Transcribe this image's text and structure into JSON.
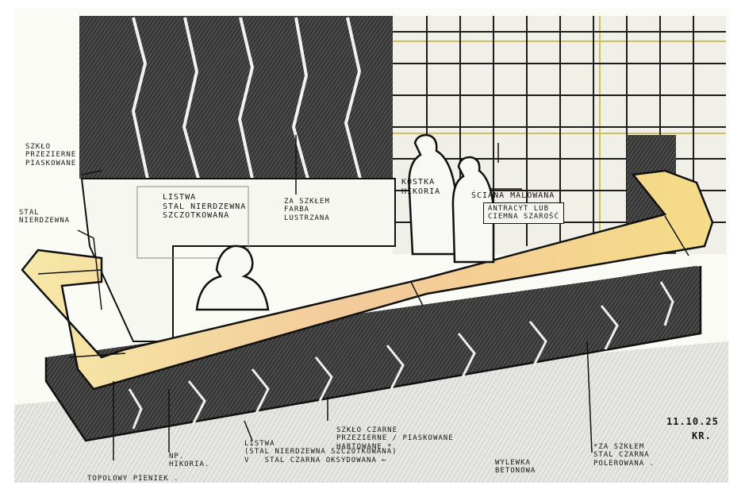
{
  "annotations": {
    "szklo_przezierne": "SZKŁO\nPRZEZIERNE\nPIASKOWANE",
    "stal_nierdzewna": "STAL\nNIERDZEWNA",
    "listwa_top": "LISTWA\nSTAL NIERDZEWNA\nSZCZOTKOWANA",
    "za_szklem_farba": "ZA SZKŁEM\nFARBA\nLUSTRZANA",
    "kostka_hikoria": "KOSTKA\nHIKORIA",
    "sciana_malowana": "ŚCIANA MALOWANA",
    "antracyt": "ANTRACYT LUB\nCIEMNA SZAROŚĆ",
    "szklo_czarne": "SZKŁO CZARNE\nPRZEZIERNE / PIASKOWANE\nHARTOWANE *",
    "np_hikoria": "NP.\nHIKORIA.",
    "listwa_bottom": "LISTWA\n(STAL NIERDZEWNA SZCZOTKOWANA)\nV   STAL CZARNA OKSYDOWANA ←",
    "topolowy": "TOPOLOWY PIENIEK .",
    "wylewka": "WYLEWKA\nBETONOWA",
    "za_szklem_stal": "*ZA SZKŁEM\nSTAL CZARNA\nPOLEROWANA .",
    "date": "11.10.25",
    "initials": "KR."
  },
  "colors": {
    "ink": "#151515",
    "pencil_dark": "#3a3a3a",
    "pencil_mid": "#6b6b6b",
    "counter_yellow": "#f3dc8a",
    "counter_orange": "#f0b98a",
    "grid_yellow": "#e9d36a"
  }
}
